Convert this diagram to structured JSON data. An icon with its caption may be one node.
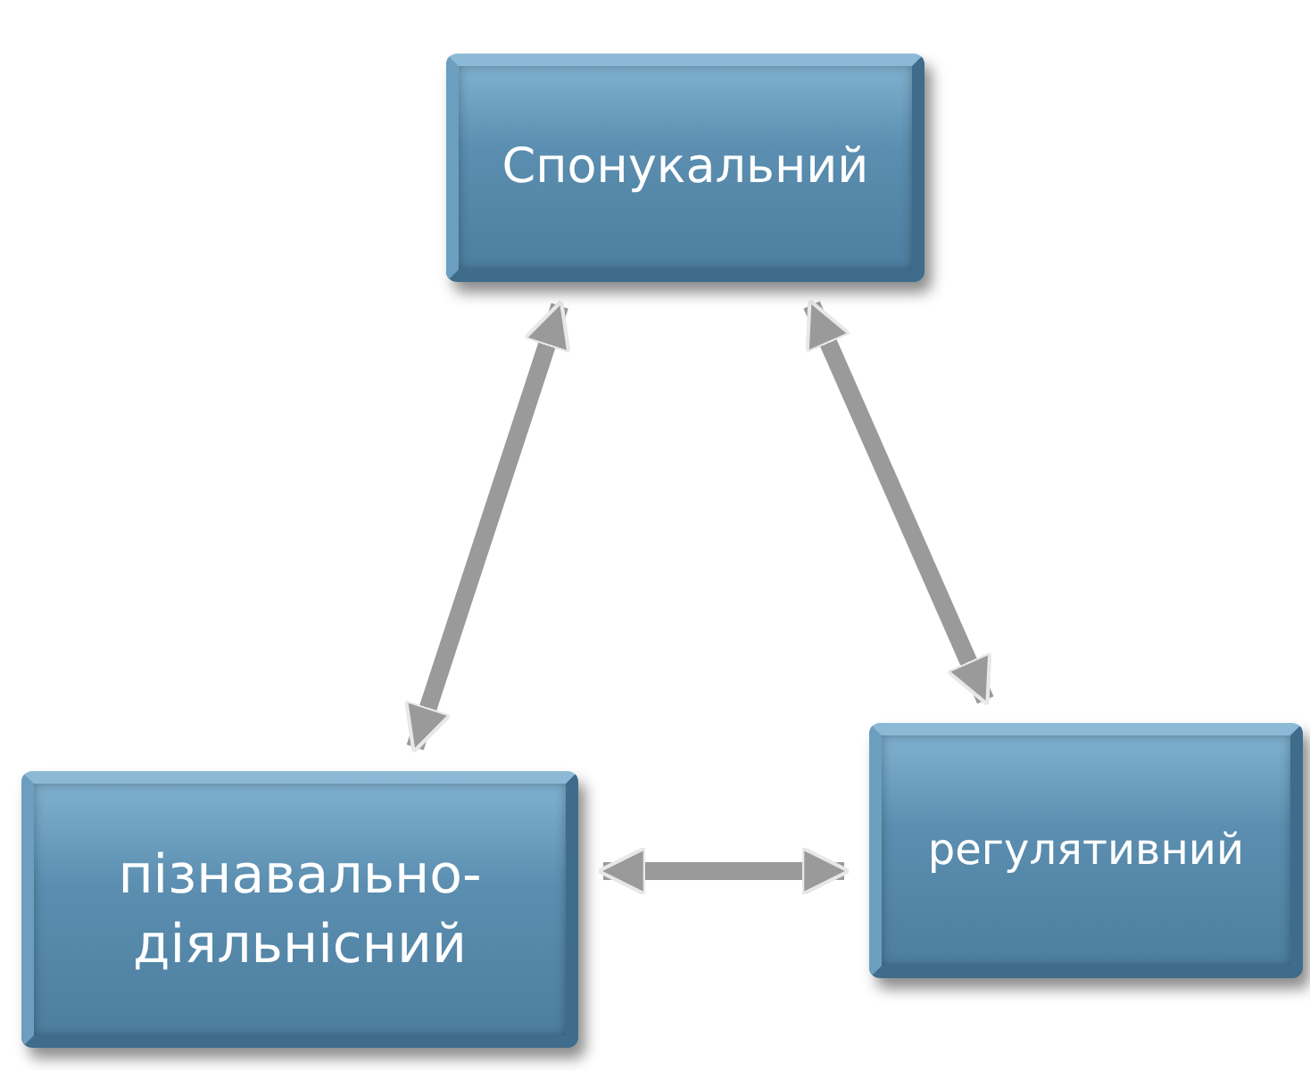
{
  "diagram": {
    "nodes": [
      {
        "text": [
          "Спонукальний"
        ]
      },
      {
        "text": [
          "пізнавально-діяльнісний"
        ]
      },
      {
        "text": [
          "регулятивний"
        ]
      }
    ],
    "edges": [
      {
        "from": 0,
        "to": 1,
        "arrow": "both"
      },
      {
        "from": 0,
        "to": 2,
        "arrow": "both"
      },
      {
        "from": 1,
        "to": 2,
        "arrow": "both"
      }
    ]
  }
}
